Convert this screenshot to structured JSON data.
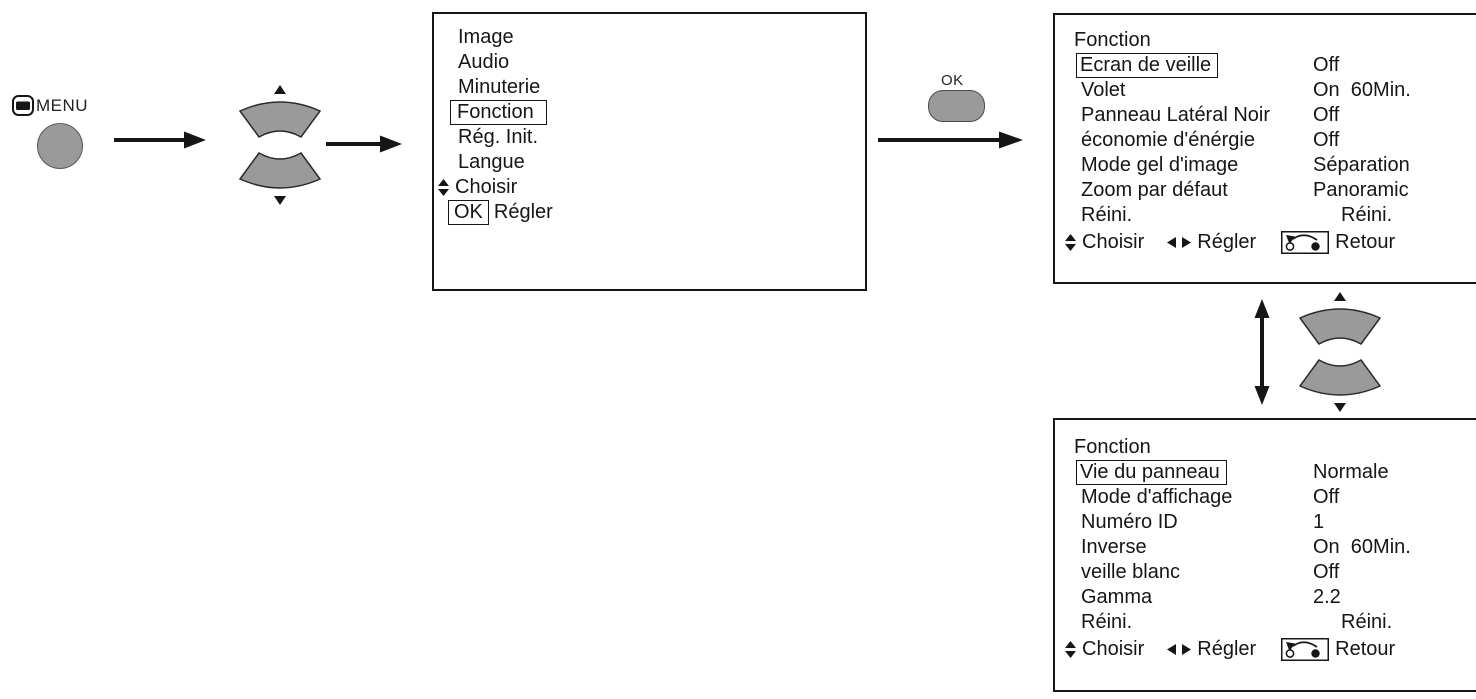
{
  "colors": {
    "button_gray": "#9a9a9a",
    "line_black": "#161616"
  },
  "icons": {
    "menu-icon": "filled bar inside rounded outline",
    "up-down-rocker-icon": "two gray curved fan buttons with up/down triangles",
    "choose-icon": "up-down triangles",
    "adjust-icon": "left-right triangles",
    "return-icon": "boxed curved arrow from dot to circle",
    "flow-arrow-icon": "right arrow",
    "swap-arrow-icon": "vertical double arrow"
  },
  "remote": {
    "menu_label": "MENU",
    "ok_label": "OK"
  },
  "main_menu": {
    "items": [
      "Image",
      "Audio",
      "Minuterie",
      "Fonction",
      "Rég. Init.",
      "Langue"
    ],
    "selected": "Fonction",
    "choose_hint": "Choisir",
    "ok_key": "OK",
    "set_hint": "Régler"
  },
  "fonction_menu_top": {
    "title": "Fonction",
    "selected": "Ecran de veille",
    "rows": [
      {
        "label": "Ecran de veille",
        "value": "Off"
      },
      {
        "label": "Volet",
        "value": "On  60Min."
      },
      {
        "label": "Panneau Latéral Noir",
        "value": "Off"
      },
      {
        "label": "économie d'énérgie",
        "value": "Off"
      },
      {
        "label": "Mode gel d'image",
        "value": "Séparation"
      },
      {
        "label": "Zoom par défaut",
        "value": "Panoramic"
      },
      {
        "label": "Réini.",
        "value": "Réini."
      }
    ],
    "choose_hint": "Choisir",
    "set_hint": "Régler",
    "back_hint": "Retour"
  },
  "fonction_menu_bottom": {
    "title": "Fonction",
    "selected": "Vie du panneau",
    "rows": [
      {
        "label": "Vie du panneau",
        "value": "Normale"
      },
      {
        "label": "Mode d'affichage",
        "value": "Off"
      },
      {
        "label": "Numéro ID",
        "value": "1"
      },
      {
        "label": "Inverse",
        "value": "On  60Min."
      },
      {
        "label": "veille blanc",
        "value": "Off"
      },
      {
        "label": "Gamma",
        "value": "2.2"
      },
      {
        "label": "Réini.",
        "value": "Réini."
      }
    ],
    "choose_hint": "Choisir",
    "set_hint": "Régler",
    "back_hint": "Retour"
  }
}
